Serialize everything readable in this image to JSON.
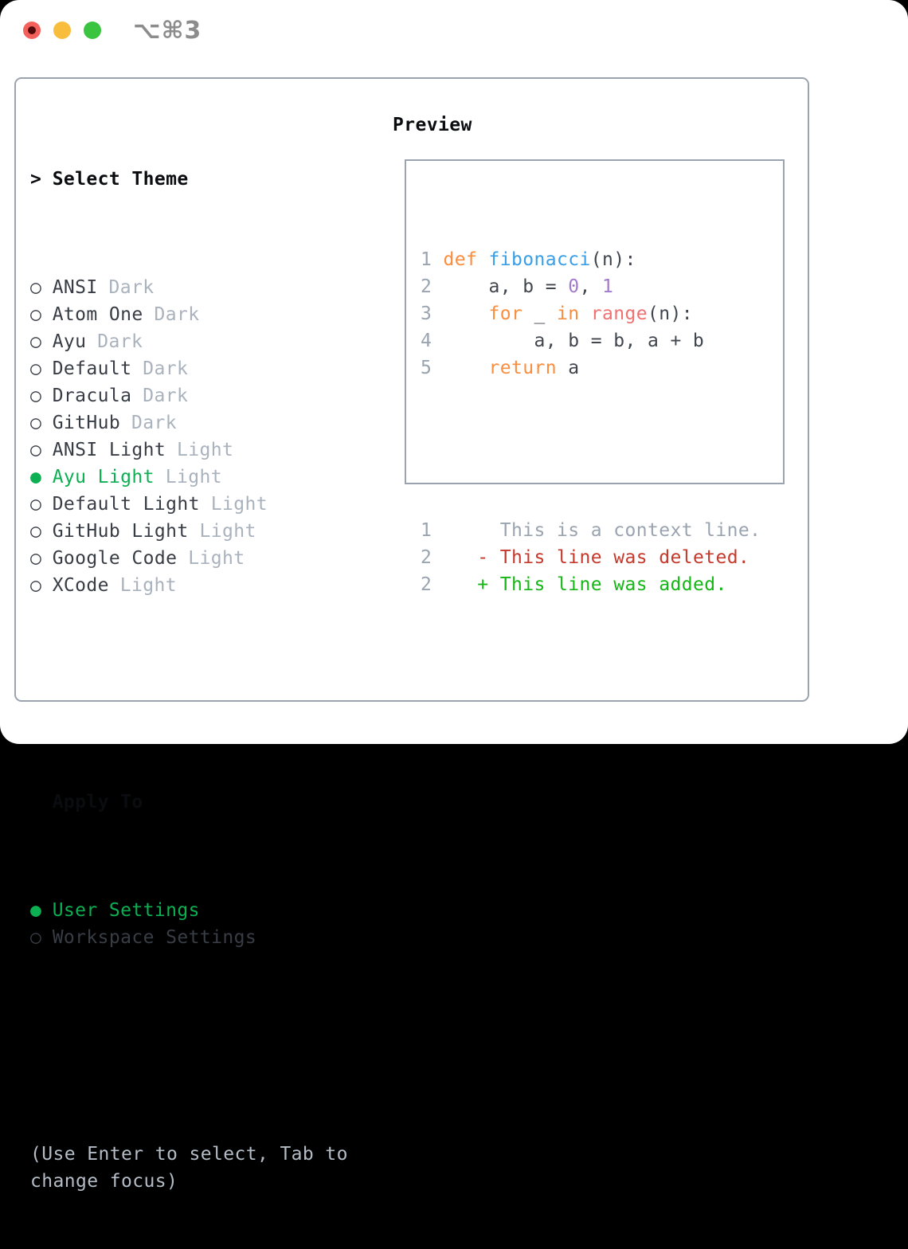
{
  "titlebar": {
    "title": "⌥⌘3",
    "buttons": [
      "close",
      "minimize",
      "maximize"
    ]
  },
  "icons": {
    "prompt": ">",
    "radio_off": "○",
    "radio_on": "●"
  },
  "theme_list": {
    "header": "Select Theme",
    "items": [
      {
        "name": "ANSI",
        "variant": "Dark",
        "selected": false
      },
      {
        "name": "Atom One",
        "variant": "Dark",
        "selected": false
      },
      {
        "name": "Ayu",
        "variant": "Dark",
        "selected": false
      },
      {
        "name": "Default",
        "variant": "Dark",
        "selected": false
      },
      {
        "name": "Dracula",
        "variant": "Dark",
        "selected": false
      },
      {
        "name": "GitHub",
        "variant": "Dark",
        "selected": false
      },
      {
        "name": "ANSI Light",
        "variant": "Light",
        "selected": false
      },
      {
        "name": "Ayu Light",
        "variant": "Light",
        "selected": true
      },
      {
        "name": "Default Light",
        "variant": "Light",
        "selected": false
      },
      {
        "name": "GitHub Light",
        "variant": "Light",
        "selected": false
      },
      {
        "name": "Google Code",
        "variant": "Light",
        "selected": false
      },
      {
        "name": "XCode",
        "variant": "Light",
        "selected": false
      }
    ]
  },
  "apply_to": {
    "header": "Apply To",
    "options": [
      {
        "name": "User Settings",
        "selected": true
      },
      {
        "name": "Workspace Settings",
        "selected": false
      }
    ]
  },
  "hint": "(Use Enter to select, Tab to change focus)",
  "preview": {
    "header": "Preview",
    "code_lines": [
      {
        "num": "1",
        "tokens": [
          {
            "t": " "
          },
          {
            "t": "def",
            "c": "kw"
          },
          {
            "t": " "
          },
          {
            "t": "fibonacci",
            "c": "fn"
          },
          {
            "t": "(n):"
          }
        ]
      },
      {
        "num": "2",
        "tokens": [
          {
            "t": "     a, b = "
          },
          {
            "t": "0",
            "c": "num"
          },
          {
            "t": ", "
          },
          {
            "t": "1",
            "c": "num"
          }
        ]
      },
      {
        "num": "3",
        "tokens": [
          {
            "t": "     "
          },
          {
            "t": "for",
            "c": "kw"
          },
          {
            "t": " _ "
          },
          {
            "t": "in",
            "c": "kw"
          },
          {
            "t": " "
          },
          {
            "t": "range",
            "c": "rng"
          },
          {
            "t": "(n):"
          }
        ]
      },
      {
        "num": "4",
        "tokens": [
          {
            "t": "         a, b = b, a + b"
          }
        ]
      },
      {
        "num": "5",
        "tokens": [
          {
            "t": "     "
          },
          {
            "t": "return",
            "c": "kw"
          },
          {
            "t": " a"
          }
        ]
      }
    ],
    "diff_lines": [
      {
        "num": "1",
        "tokens": [
          {
            "t": "      This is a context line.",
            "c": "ctx"
          }
        ]
      },
      {
        "num": "2",
        "tokens": [
          {
            "t": "    "
          },
          {
            "t": "- This line was deleted.",
            "c": "del"
          }
        ]
      },
      {
        "num": "2",
        "tokens": [
          {
            "t": "    "
          },
          {
            "t": "+ This line was added.",
            "c": "add"
          }
        ]
      }
    ]
  },
  "colors": {
    "accent_green": "#0caf52",
    "text": "#383d45",
    "heading": "#0a0c10",
    "muted": "#a9b2bd",
    "hint": "#b4bcc6",
    "panel_border": "#9aa3ae",
    "line_number": "#9aa4b0",
    "code_default": "#41464e",
    "keyword_orange": "#fa8d3e",
    "function_blue": "#399ee6",
    "number_purple": "#a37acc",
    "builtin_coral": "#f07171",
    "diff_context": "#9aa4b0",
    "diff_deleted": "#c5392c",
    "diff_added": "#16b616",
    "titlebar_title": "#8c8c8c",
    "traffic_red": "#f4615d",
    "traffic_yellow": "#f8bd3d",
    "traffic_green": "#3bc440"
  }
}
